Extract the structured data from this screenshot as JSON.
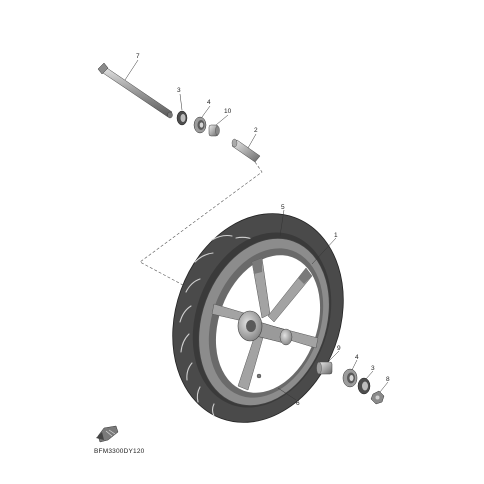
{
  "diagram": {
    "figure_code": "BFM3300DY120",
    "callouts": {
      "p7": "7",
      "p3_top": "3",
      "p4_top": "4",
      "p10": "10",
      "p2": "2",
      "p5": "5",
      "p1": "1",
      "p9": "9",
      "p4_bottom": "4",
      "p3_bottom": "3",
      "p8": "8",
      "p6": "6"
    },
    "colors": {
      "tire": "#4a4a4a",
      "rim": "#8c8c8c",
      "spoke": "#a3a3a3",
      "hub": "#9a9a9a",
      "metal_light": "#c8c8c8",
      "metal_dark": "#6e6e6e",
      "leader": "#333333"
    },
    "icons": [
      "front-direction-arrow-icon"
    ]
  }
}
